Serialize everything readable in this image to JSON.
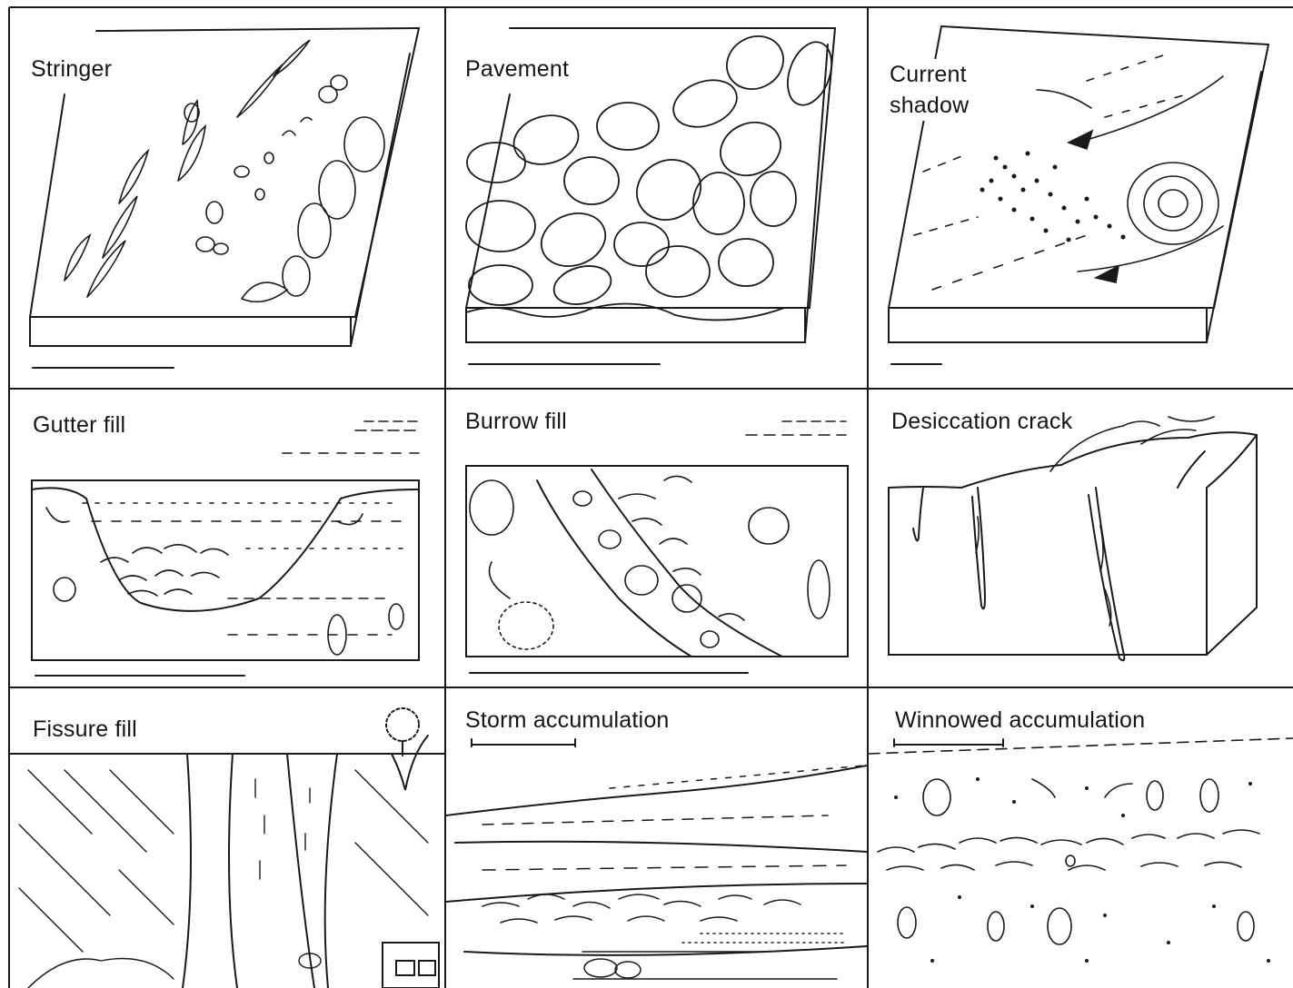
{
  "panels": [
    {
      "id": "stringer",
      "label": "Stringer"
    },
    {
      "id": "pavement",
      "label": "Pavement"
    },
    {
      "id": "current-shadow",
      "label_line1": "Current",
      "label_line2": "shadow"
    },
    {
      "id": "gutter-fill",
      "label": "Gutter fill"
    },
    {
      "id": "burrow-fill",
      "label": "Burrow fill"
    },
    {
      "id": "desiccation-crack",
      "label": "Desiccation crack"
    },
    {
      "id": "fissure-fill",
      "label": "Fissure fill"
    },
    {
      "id": "storm-accumulation",
      "label": "Storm accumulation"
    },
    {
      "id": "winnowed-accumulation",
      "label": "Winnowed accumulation"
    }
  ],
  "colors": {
    "ink": "#1a1a1a",
    "paper": "#ffffff"
  }
}
